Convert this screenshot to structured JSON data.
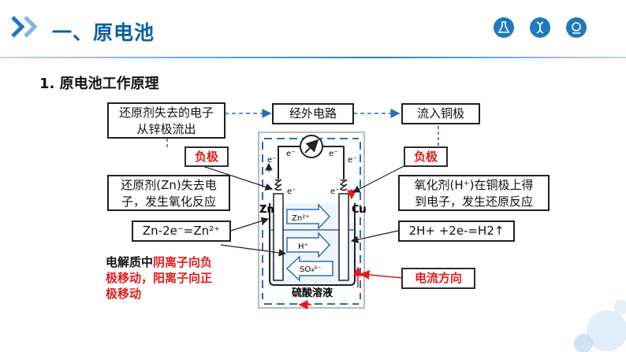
{
  "header": {
    "title": "一、原电池",
    "icons": [
      "flask-icon",
      "dna-icon",
      "microscope-icon"
    ],
    "accent": "#1d79c2"
  },
  "section": {
    "title": "1. 原电池工作原理"
  },
  "boxes": {
    "top_left_line1": "还原剂失去的电子",
    "top_left_line2": "从锌极流出",
    "top_mid": "经外电路",
    "top_right": "流入铜极",
    "neg_left": "负极",
    "neg_right": "负极",
    "left_mid_line1": "还原剂(Zn)失去电",
    "left_mid_line2": "子，发生氧化反应",
    "right_mid_line1": "氧化剂(H⁺)在铜极上得",
    "right_mid_line2": "到电子，发生还原反应",
    "left_eq": "Zn-2e⁻=Zn²⁺",
    "right_eq": "2H+ +2e-=H2↑",
    "current": "电流方向"
  },
  "note": {
    "p1": "电解质中",
    "p2": "阴离子向负",
    "p3": "极移动，阳离子向正",
    "p4": "极移动"
  },
  "diagram": {
    "zn": "Zn",
    "cu": "Cu",
    "electron": "e⁻",
    "zn_ion": "Zn²⁺",
    "h_ion": "H⁺",
    "so4_ion": "SO₄²⁻",
    "solution": "硫酸溶液"
  }
}
